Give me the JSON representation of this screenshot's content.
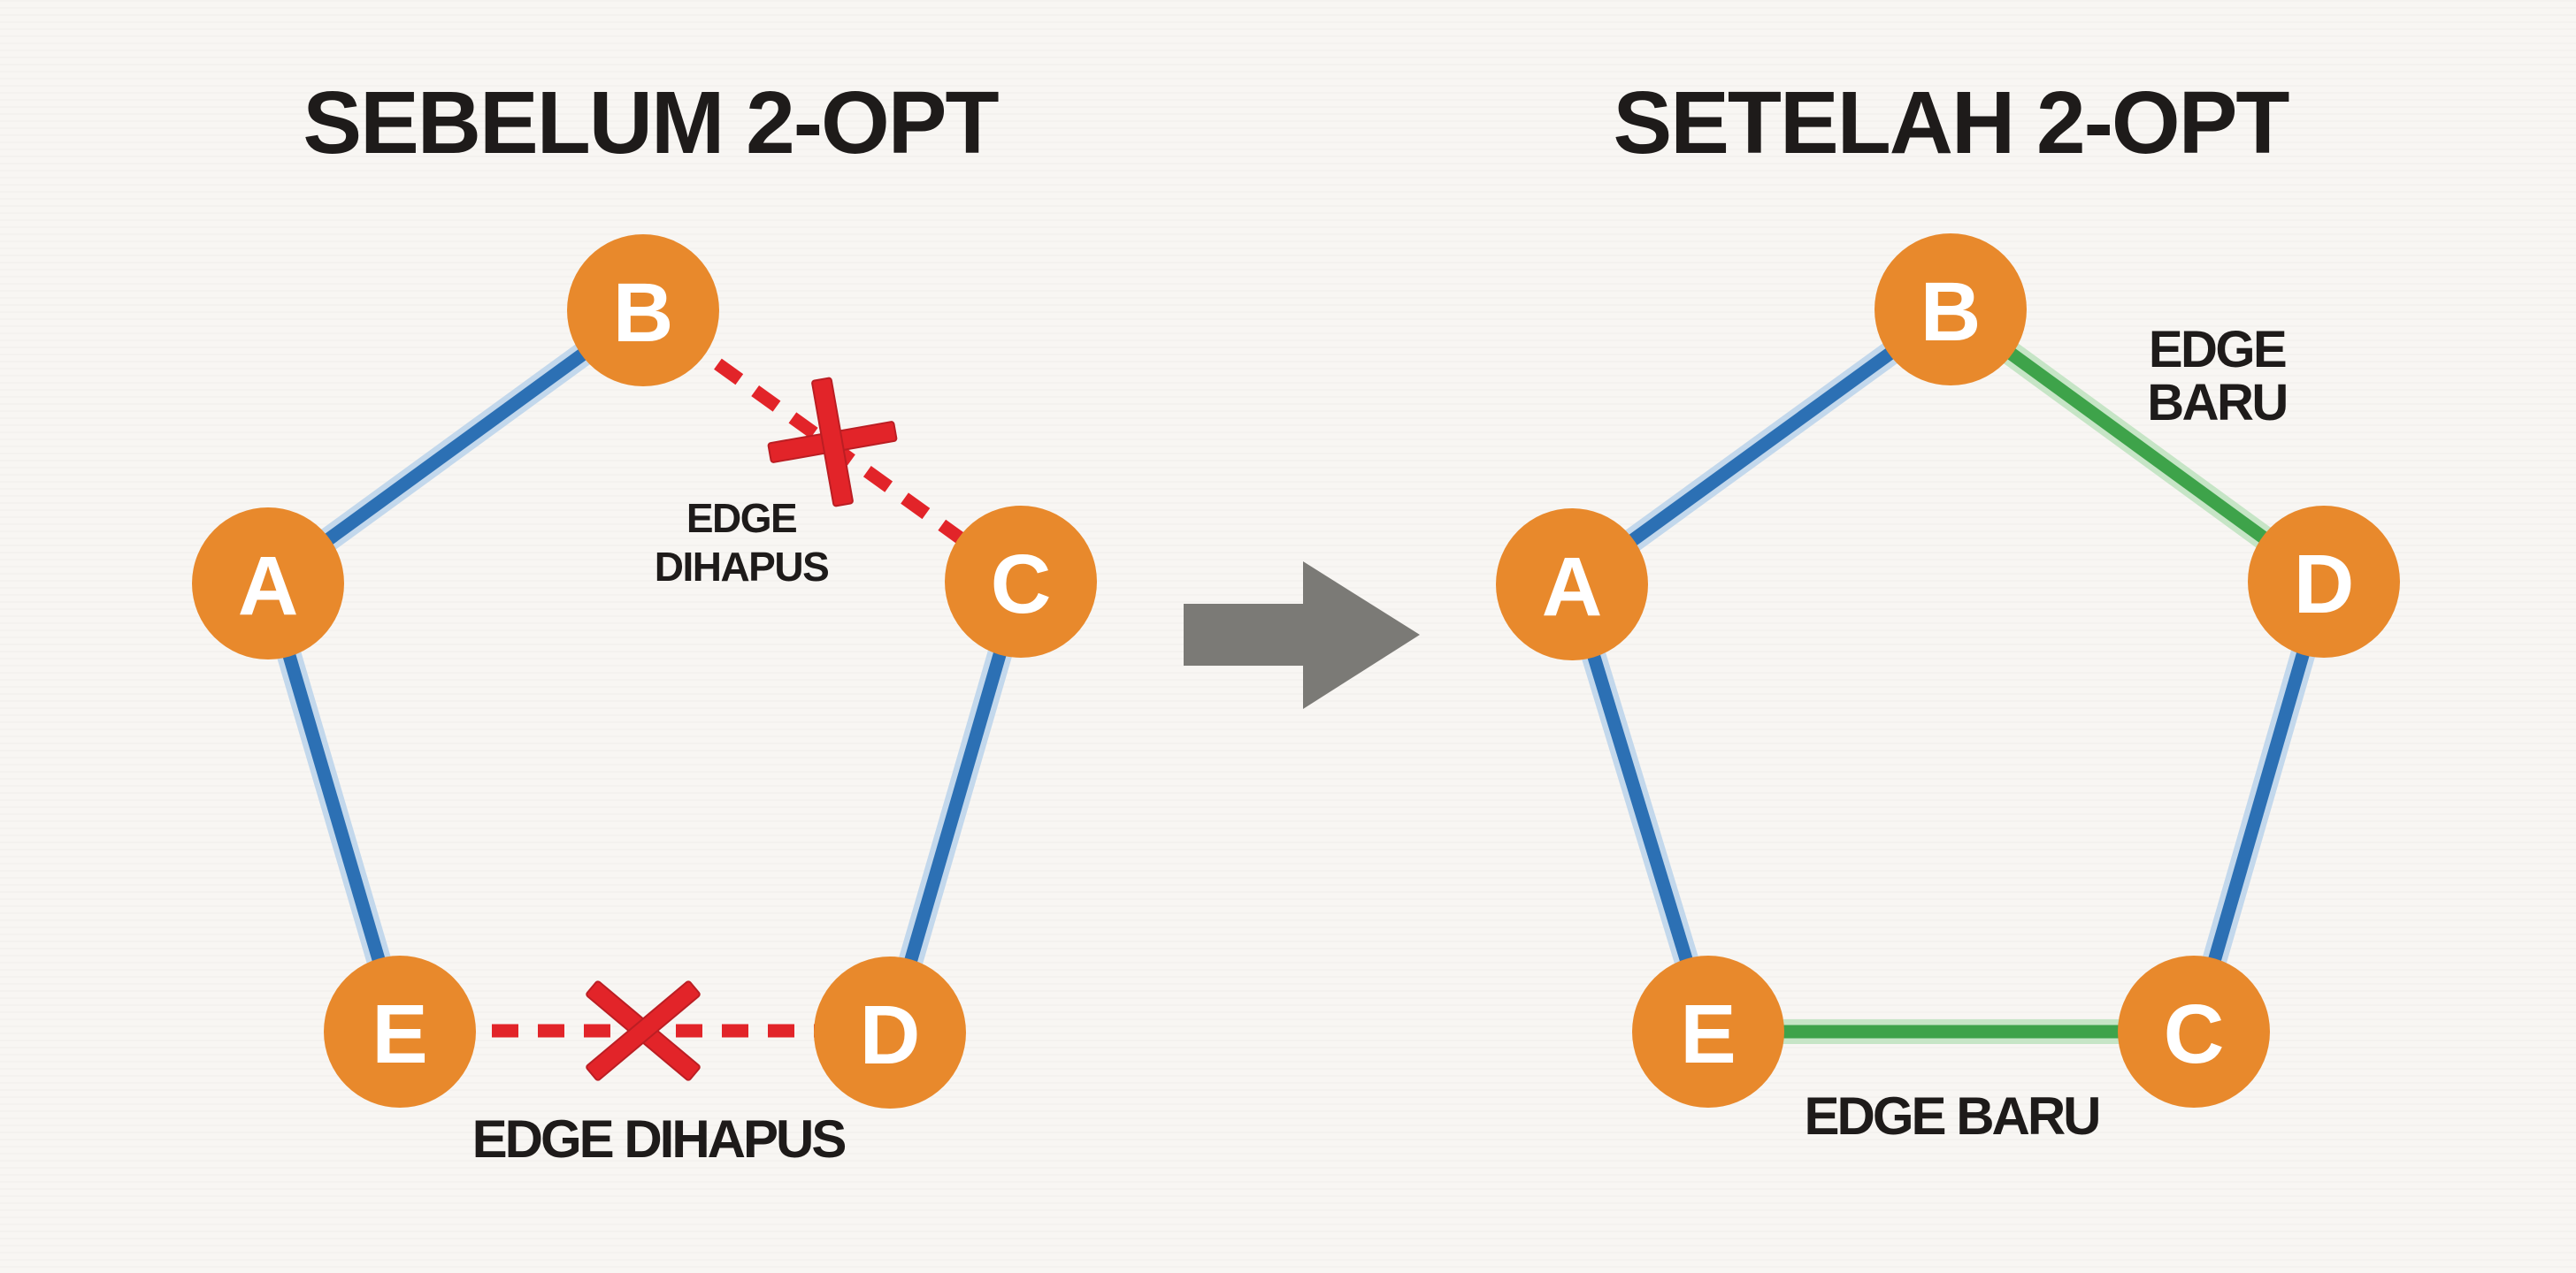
{
  "titles": {
    "left": "SEBELUM 2-OPT",
    "right": "SETELAH 2-OPT"
  },
  "colors": {
    "node_orange": "#e8892c",
    "node_letter_white": "#ffffff",
    "tour_edge_blue": "#2c70b4",
    "new_edge_green": "#3ea34a",
    "removed_edge_red": "#e22429",
    "arrow_gray": "#7b7a76",
    "text_black": "#1e1b1a",
    "background": "#f8f6f3"
  },
  "left_graph": {
    "title": "SEBELUM 2-OPT",
    "nodes": [
      {
        "id": "A"
      },
      {
        "id": "B"
      },
      {
        "id": "C"
      },
      {
        "id": "D"
      },
      {
        "id": "E"
      }
    ],
    "tour_edges": [
      {
        "from": "A",
        "to": "B",
        "type": "tour"
      },
      {
        "from": "A",
        "to": "E",
        "type": "tour"
      },
      {
        "from": "C",
        "to": "D",
        "type": "tour"
      }
    ],
    "removed_edges": [
      {
        "from": "B",
        "to": "C",
        "type": "removed"
      },
      {
        "from": "E",
        "to": "D",
        "type": "removed"
      }
    ],
    "removed_label_top": {
      "line1": "EDGE",
      "line2": "DIHAPUS"
    },
    "removed_label_bottom": "EDGE DIHAPUS"
  },
  "right_graph": {
    "title": "SETELAH 2-OPT",
    "nodes": [
      {
        "id": "A"
      },
      {
        "id": "B"
      },
      {
        "id": "D"
      },
      {
        "id": "E"
      },
      {
        "id": "C"
      }
    ],
    "tour_edges": [
      {
        "from": "A",
        "to": "B",
        "type": "tour"
      },
      {
        "from": "A",
        "to": "E",
        "type": "tour"
      },
      {
        "from": "D",
        "to": "C",
        "type": "tour"
      }
    ],
    "new_edges": [
      {
        "from": "B",
        "to": "D",
        "type": "new"
      },
      {
        "from": "E",
        "to": "C",
        "type": "new"
      }
    ],
    "new_label_top": {
      "line1": "EDGE",
      "line2": "BARU"
    },
    "new_label_bottom": "EDGE BARU"
  }
}
